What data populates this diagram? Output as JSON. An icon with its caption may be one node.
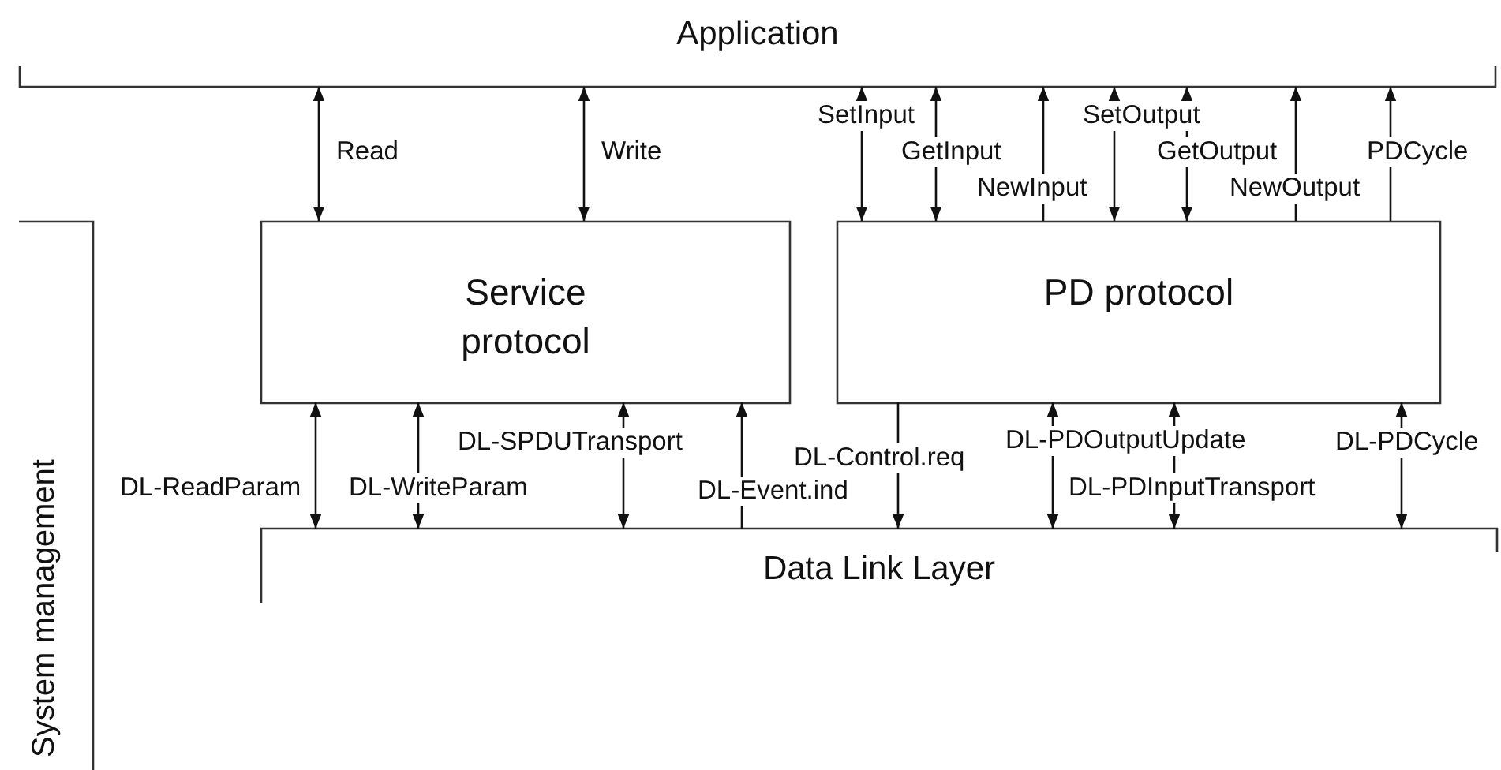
{
  "diagram": {
    "nodes": [
      {
        "text": [
          "Application"
        ]
      },
      {
        "text": [
          "System management"
        ]
      },
      {
        "text": [
          "Service protocol"
        ]
      },
      {
        "text": [
          "PD protocol"
        ]
      },
      {
        "text": [
          "Data Link Layer"
        ]
      }
    ],
    "edges": [
      {
        "from": 0,
        "to": 2,
        "arrow": "both",
        "label": "Read"
      },
      {
        "from": 0,
        "to": 2,
        "arrow": "both",
        "label": "Write"
      },
      {
        "from": 0,
        "to": 3,
        "arrow": "both",
        "label": "SetInput"
      },
      {
        "from": 0,
        "to": 3,
        "arrow": "both",
        "label": "GetInput"
      },
      {
        "from": 3,
        "to": 0,
        "arrow": "to",
        "label": "NewInput"
      },
      {
        "from": 0,
        "to": 3,
        "arrow": "both",
        "label": "SetOutput"
      },
      {
        "from": 0,
        "to": 3,
        "arrow": "both",
        "label": "GetOutput"
      },
      {
        "from": 3,
        "to": 0,
        "arrow": "to",
        "label": "NewOutput"
      },
      {
        "from": 3,
        "to": 0,
        "arrow": "to",
        "label": "PDCycle"
      },
      {
        "from": 2,
        "to": 4,
        "arrow": "both",
        "label": "DL-ReadParam"
      },
      {
        "from": 2,
        "to": 4,
        "arrow": "both",
        "label": "DL-WriteParam"
      },
      {
        "from": 2,
        "to": 4,
        "arrow": "both",
        "label": "DL-SPDUTransport"
      },
      {
        "from": 4,
        "to": 2,
        "arrow": "to",
        "label": "DL-Event.ind"
      },
      {
        "from": 3,
        "to": 4,
        "arrow": "to",
        "label": "DL-Control.req"
      },
      {
        "from": 3,
        "to": 4,
        "arrow": "both",
        "label": "DL-PDOutputUpdate"
      },
      {
        "from": 3,
        "to": 4,
        "arrow": "both",
        "label": "DL-PDInputTransport"
      },
      {
        "from": 3,
        "to": 4,
        "arrow": "both",
        "label": "DL-PDCycle"
      }
    ]
  }
}
